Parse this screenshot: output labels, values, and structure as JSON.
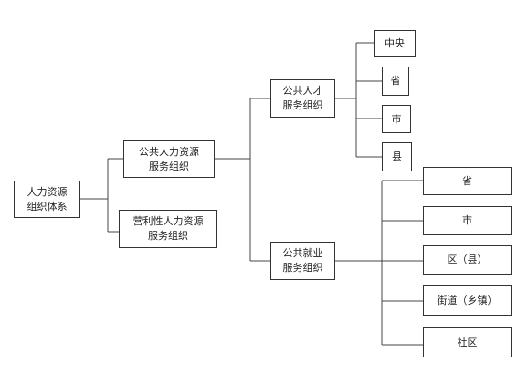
{
  "root": {
    "line1": "人力资源",
    "line2": "组织体系"
  },
  "public_hr": {
    "line1": "公共人力资源",
    "line2": "服务组织"
  },
  "commercial_hr": {
    "line1": "营利性人力资源",
    "line2": "服务组织"
  },
  "talent": {
    "line1": "公共人才",
    "line2": "服务组织"
  },
  "employment": {
    "line1": "公共就业",
    "line2": "服务组织"
  },
  "talent_levels": [
    "中央",
    "省",
    "市",
    "县"
  ],
  "employment_levels": [
    "省",
    "市",
    "区（县）",
    "街道（乡镇）",
    "社区"
  ]
}
